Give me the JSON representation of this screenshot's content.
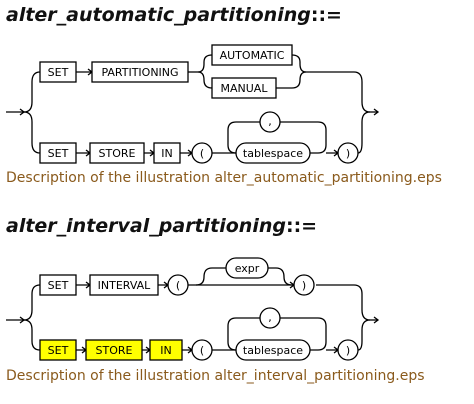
{
  "section1": {
    "title_name": "alter_automatic_partitioning",
    "title_sep": "::=",
    "caption": "Description of the illustration alter_automatic_partitioning.eps",
    "diagram": {
      "set": "SET",
      "partitioning": "PARTITIONING",
      "automatic": "AUTOMATIC",
      "manual": "MANUAL",
      "set2": "SET",
      "store": "STORE",
      "in": "IN",
      "lparen": "(",
      "tablespace": "tablespace",
      "comma": ",",
      "rparen": ")"
    }
  },
  "section2": {
    "title_name": "alter_interval_partitioning",
    "title_sep": "::=",
    "caption": "Description of the illustration alter_interval_partitioning.eps",
    "diagram": {
      "set": "SET",
      "interval": "INTERVAL",
      "lparen": "(",
      "expr": "expr",
      "rparen": ")",
      "set2": "SET",
      "store": "STORE",
      "in": "IN",
      "lparen2": "(",
      "tablespace": "tablespace",
      "comma": ",",
      "rparen2": ")"
    },
    "highlight_color": "#ffff00"
  }
}
